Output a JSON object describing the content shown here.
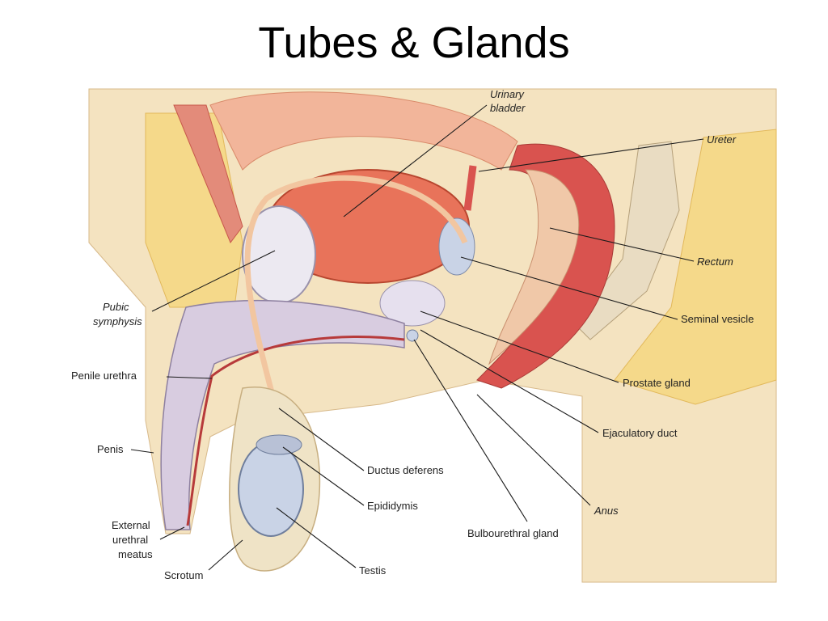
{
  "title": "Tubes & Glands",
  "labels": {
    "urinary_bladder": [
      "Urinary",
      "bladder"
    ],
    "ureter": "Ureter",
    "rectum": "Rectum",
    "seminal_vesicle": "Seminal vesicle",
    "pubic_symphysis": [
      "Pubic",
      "symphysis"
    ],
    "penile_urethra": "Penile urethra",
    "prostate_gland": "Prostate gland",
    "ejaculatory_duct": "Ejaculatory duct",
    "penis": "Penis",
    "ductus_deferens": "Ductus deferens",
    "epididymis": "Epididymis",
    "anus": "Anus",
    "external_urethral_meatus": [
      "External",
      "urethral",
      "meatus"
    ],
    "bulbourethral_gland": "Bulbourethral gland",
    "scrotum": "Scrotum",
    "testis": "Testis"
  },
  "colors": {
    "fat": "#f5d98a",
    "muscle": "#d9534f",
    "bladder": "#e8735a",
    "bone": "#d8cce0",
    "testis": "#c9d3e6",
    "skin": "#f4e3c0"
  }
}
